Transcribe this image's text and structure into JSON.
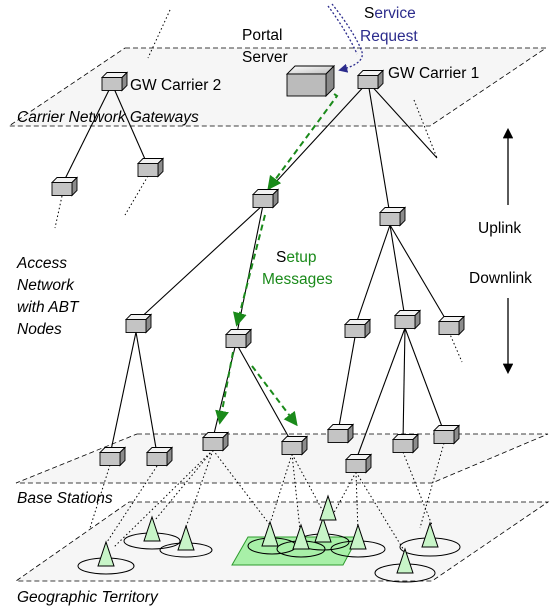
{
  "labels": {
    "portal_line1": "Portal",
    "portal_line2": "Server",
    "gw_carrier_2": "GW Carrier 2",
    "gw_carrier_1": "GW Carrier 1",
    "service_request": {
      "line1_initial": "S",
      "line1_rest": "ervice",
      "line2": "Request"
    },
    "setup_messages": {
      "line1_initial": "S",
      "line1_rest": "etup",
      "line2": "Messages"
    },
    "carrier_gateways": "Carrier Network Gateways",
    "access_network": [
      "Access",
      "Network",
      "with ABT",
      "Nodes"
    ],
    "base_stations": "Base Stations",
    "territory": "Geographic Territory",
    "uplink": "Uplink",
    "downlink": "Downlink"
  },
  "colors": {
    "setup_path": "#1a8a1a",
    "service_request": "#2b2b8c",
    "highlight_area": "#a8f0a8",
    "antenna_fill": "#c8f5c8",
    "plane_fill": "#f6f6f6"
  }
}
